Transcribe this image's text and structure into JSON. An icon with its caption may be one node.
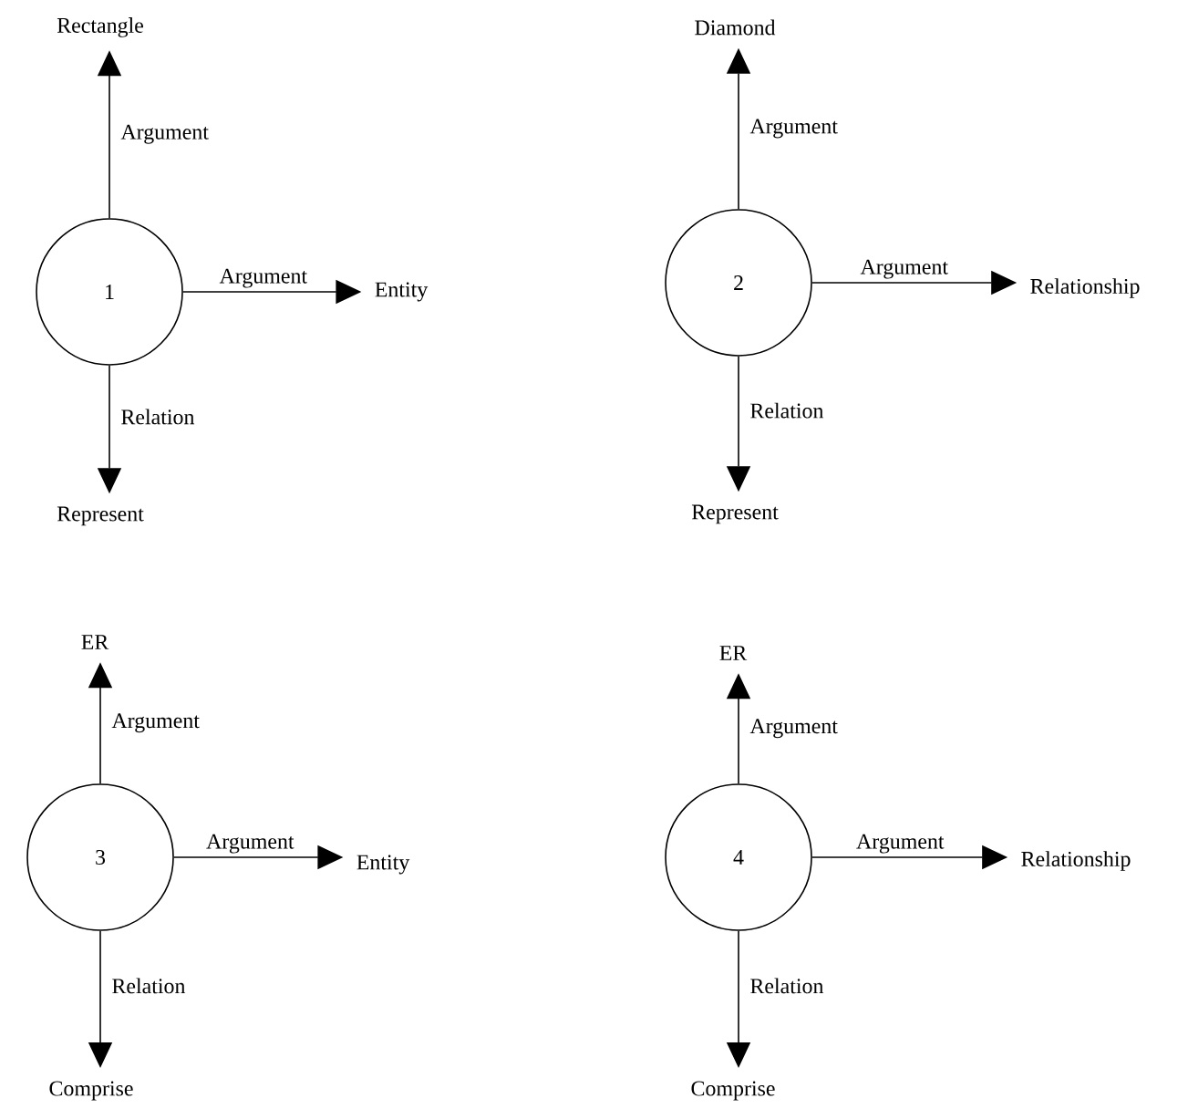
{
  "diagram": {
    "nodes": [
      {
        "text": [
          "1"
        ]
      },
      {
        "text": [
          "Rectangle"
        ]
      },
      {
        "text": [
          "Entity"
        ]
      },
      {
        "text": [
          "Represent"
        ]
      },
      {
        "text": [
          "2"
        ]
      },
      {
        "text": [
          "Diamond"
        ]
      },
      {
        "text": [
          "Relationship"
        ]
      },
      {
        "text": [
          "Represent"
        ]
      },
      {
        "text": [
          "3"
        ]
      },
      {
        "text": [
          "ER"
        ]
      },
      {
        "text": [
          "Entity"
        ]
      },
      {
        "text": [
          "Comprise"
        ]
      },
      {
        "text": [
          "4"
        ]
      },
      {
        "text": [
          "ER"
        ]
      },
      {
        "text": [
          "Relationship"
        ]
      },
      {
        "text": [
          "Comprise"
        ]
      }
    ],
    "edges": [
      {
        "from": 0,
        "to": 1,
        "arrow": "to",
        "label": "Argument"
      },
      {
        "from": 0,
        "to": 2,
        "arrow": "to",
        "label": "Argument"
      },
      {
        "from": 0,
        "to": 3,
        "arrow": "to",
        "label": "Relation"
      },
      {
        "from": 4,
        "to": 5,
        "arrow": "to",
        "label": "Argument"
      },
      {
        "from": 4,
        "to": 6,
        "arrow": "to",
        "label": "Argument"
      },
      {
        "from": 4,
        "to": 7,
        "arrow": "to",
        "label": "Relation"
      },
      {
        "from": 8,
        "to": 9,
        "arrow": "to",
        "label": "Argument"
      },
      {
        "from": 8,
        "to": 10,
        "arrow": "to",
        "label": "Argument"
      },
      {
        "from": 8,
        "to": 11,
        "arrow": "to",
        "label": "Relation"
      },
      {
        "from": 12,
        "to": 13,
        "arrow": "to",
        "label": "Argument"
      },
      {
        "from": 12,
        "to": 14,
        "arrow": "to",
        "label": "Argument"
      },
      {
        "from": 12,
        "to": 15,
        "arrow": "to",
        "label": "Relation"
      }
    ]
  }
}
